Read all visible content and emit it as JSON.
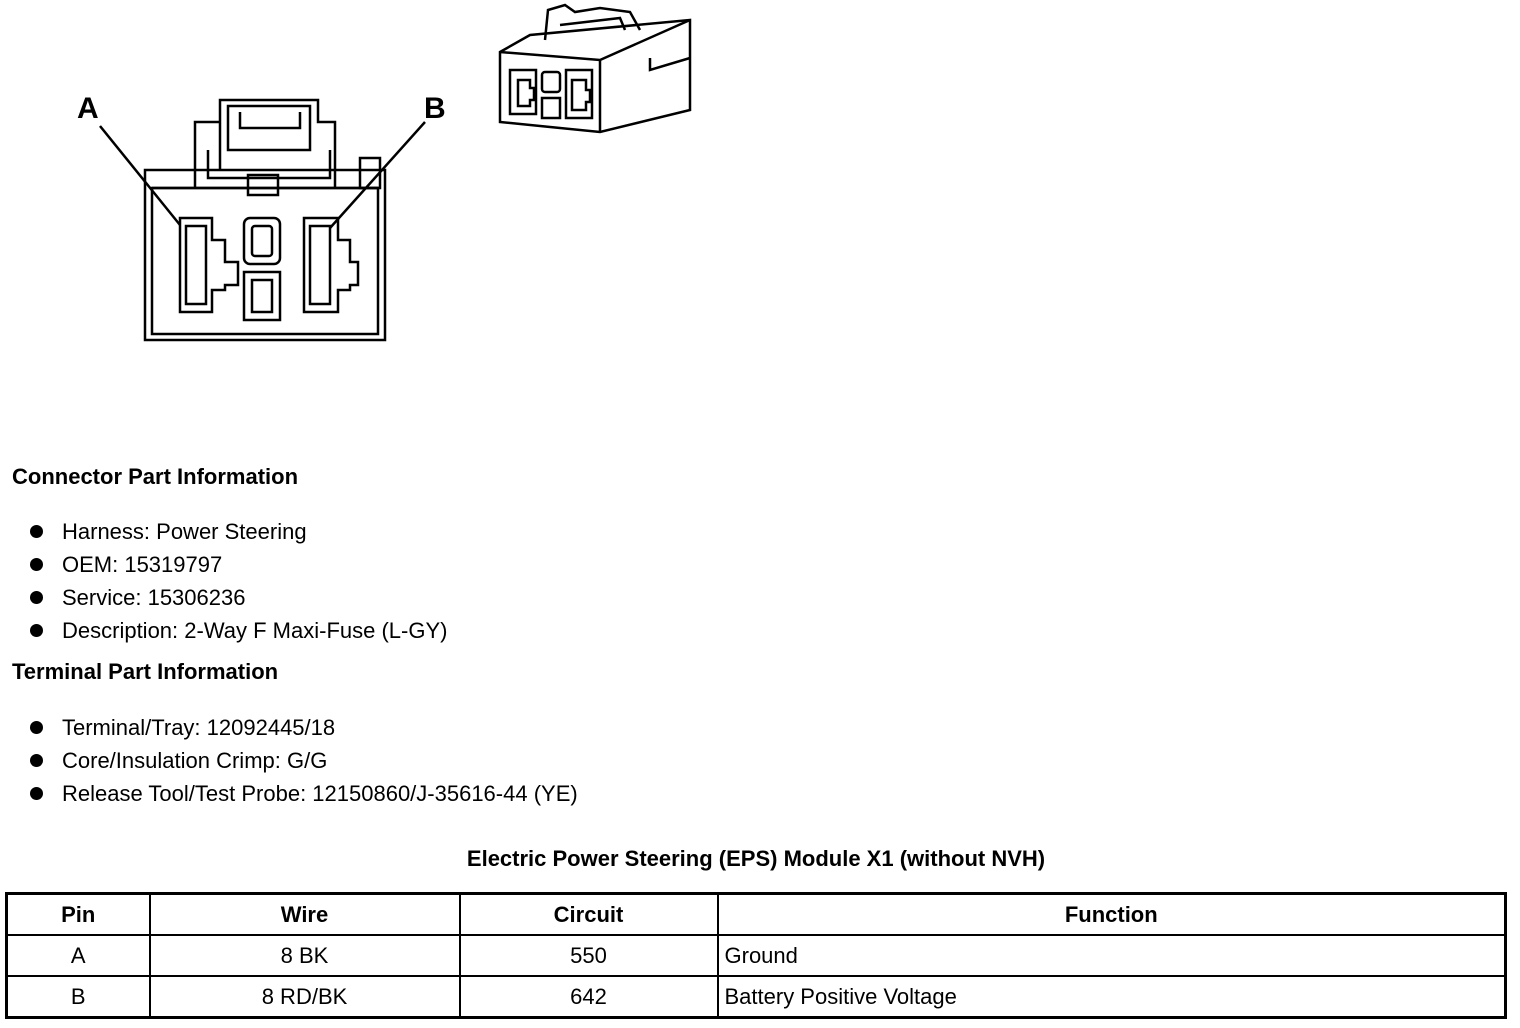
{
  "diagram": {
    "pin_labels": [
      "A",
      "B"
    ]
  },
  "connector_info": {
    "heading": "Connector Part Information",
    "items": [
      "Harness: Power Steering",
      "OEM: 15319797",
      "Service: 15306236",
      "Description: 2-Way F Maxi-Fuse (L-GY)"
    ]
  },
  "terminal_info": {
    "heading": "Terminal Part Information",
    "items": [
      "Terminal/Tray: 12092445/18",
      "Core/Insulation Crimp: G/G",
      "Release Tool/Test Probe: 12150860/J-35616-44 (YE)"
    ]
  },
  "table": {
    "title": "Electric Power Steering (EPS) Module X1 (without NVH)",
    "headers": [
      "Pin",
      "Wire",
      "Circuit",
      "Function"
    ],
    "rows": [
      [
        "A",
        "8 BK",
        "550",
        "Ground"
      ],
      [
        "B",
        "8 RD/BK",
        "642",
        "Battery Positive Voltage"
      ]
    ]
  }
}
